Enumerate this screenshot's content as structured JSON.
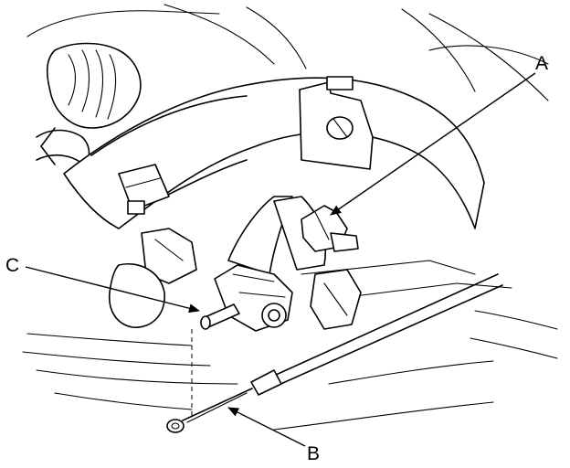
{
  "callouts": [
    {
      "id": "A",
      "text": "A"
    },
    {
      "id": "B",
      "text": "B"
    },
    {
      "id": "C",
      "text": "C"
    }
  ],
  "colors": {
    "line": "#000000",
    "background": "#ffffff"
  }
}
